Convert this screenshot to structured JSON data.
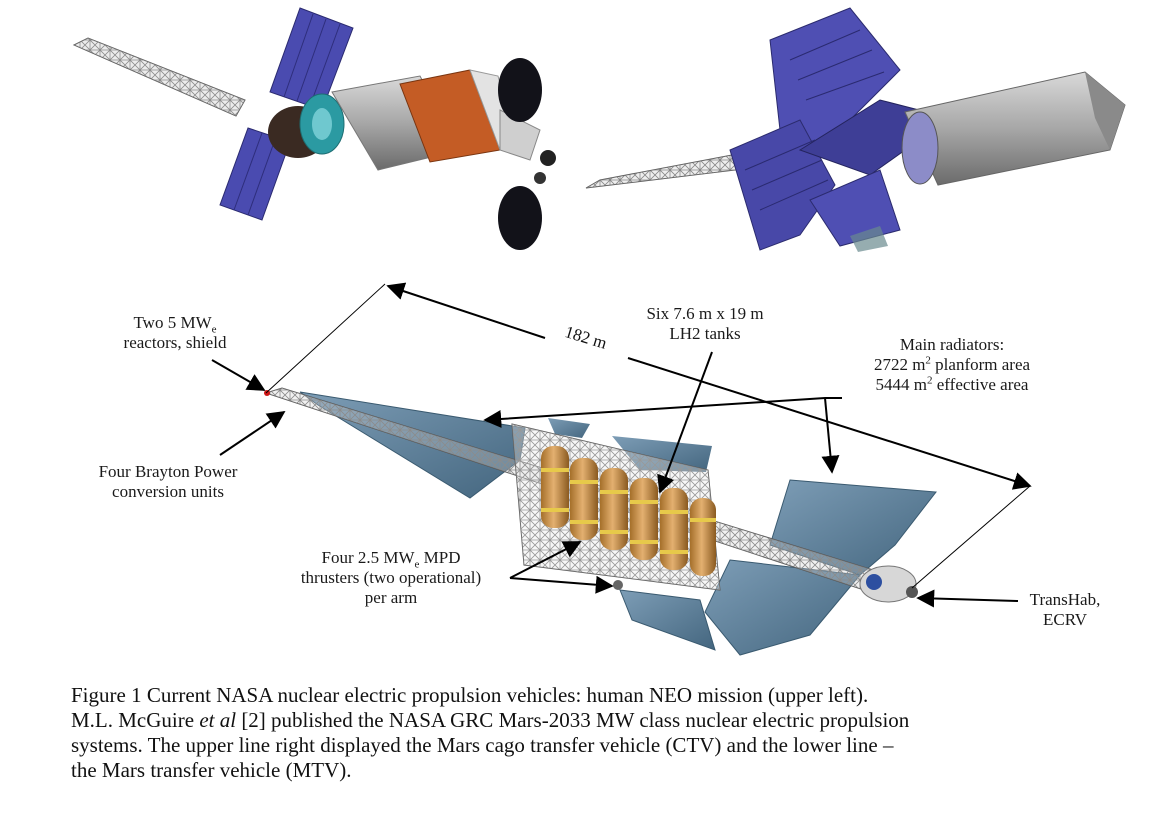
{
  "figure": {
    "top_left_image": {
      "description_icon": "spacecraft-neo-vehicle-icon"
    },
    "top_right_image": {
      "description_icon": "spacecraft-ctv-vehicle-icon"
    },
    "diagram": {
      "length_label": "182 m",
      "reactors_label": {
        "line1_pre": "Two 5 MW",
        "line1_sub": "e",
        "line2": "reactors, shield"
      },
      "brayton_label": {
        "line1": "Four Brayton Power",
        "line2": "conversion units"
      },
      "tanks_label": {
        "line1": "Six 7.6 m x 19 m",
        "line2": "LH2 tanks"
      },
      "radiators_label": {
        "line1": "Main radiators:",
        "line2_pre": "2722 m",
        "line2_sup": "2",
        "line2_post": " planform area",
        "line3_pre": "5444 m",
        "line3_sup": "2",
        "line3_post": " effective area"
      },
      "mpd_label": {
        "line1_pre": "Four 2.5 MW",
        "line1_sub": "e",
        "line1_post": " MPD",
        "line2": "thrusters (two operational)",
        "line3": "per arm"
      },
      "transhab_label": {
        "line1": "TransHab,",
        "line2": "ECRV"
      }
    },
    "caption": {
      "line1": "Figure 1 Current NASA nuclear  electric propulsion vehicles: human NEO mission (upper left).",
      "line2_pre": "M.L. McGuire ",
      "line2_em": "et al",
      "line2_post": " [2] published the NASA  GRC Mars-2033 MW class nuclear electric propulsion",
      "line3": "systems. The  upper line right displayed  the Mars cago transfer vehicle (CTV) and the lower line –",
      "line4": "the Mars transfer vehicle (MTV)."
    }
  }
}
